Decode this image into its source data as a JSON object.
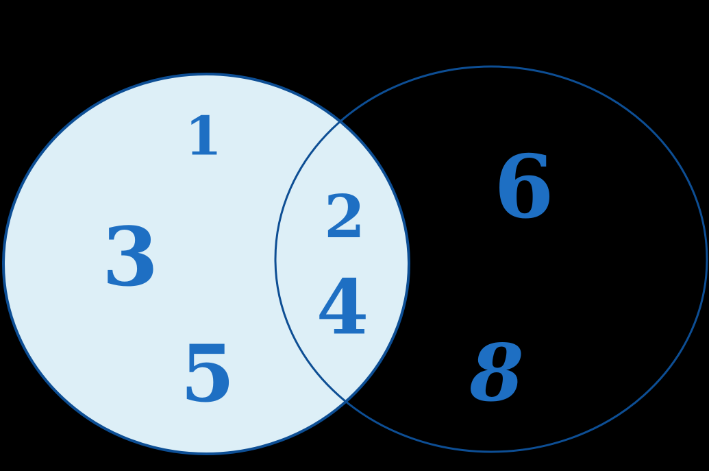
{
  "canvas": {
    "background": "#000000"
  },
  "colors": {
    "canvas-bg": "#000000",
    "left-fill": "#ddeff7",
    "circle-stroke": "#0d4e94",
    "number-color": "#1e6fc3"
  },
  "diagram": {
    "type": "venn-2-set",
    "left_only": [
      "1",
      "3",
      "5"
    ],
    "intersection": [
      "2",
      "4"
    ],
    "right_only": [
      "6",
      "8"
    ]
  }
}
